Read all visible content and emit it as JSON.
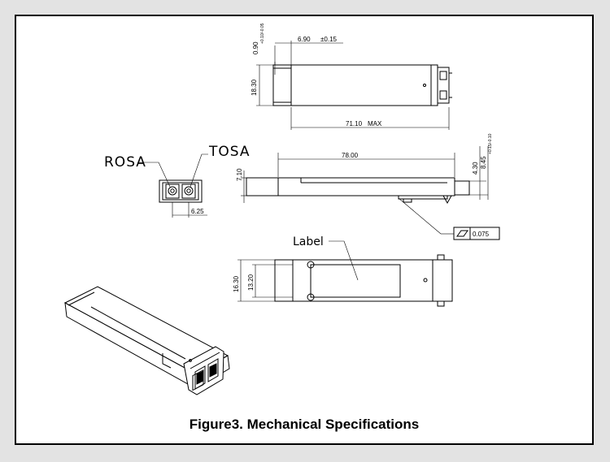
{
  "caption": "Figure3. Mechanical Specifications",
  "labels": {
    "rosa": "ROSA",
    "tosa": "TOSA",
    "label": "Label"
  },
  "dimensions": {
    "top_width": "6.90",
    "top_width_tol": "±0.15",
    "top_small": "0.90",
    "top_small_tol": "+0.10/-0.05",
    "top_height": "18.30",
    "top_length": "71.10",
    "top_length_note": "MAX",
    "side_length": "78.00",
    "side_height": "7.10",
    "side_right_a": "4.30",
    "side_right_b": "8.45",
    "side_right_tol": "+0.15/-0.10",
    "flatness": "0.075",
    "front_width": "6.25",
    "bottom_outer": "16.30",
    "bottom_inner": "13.20"
  }
}
